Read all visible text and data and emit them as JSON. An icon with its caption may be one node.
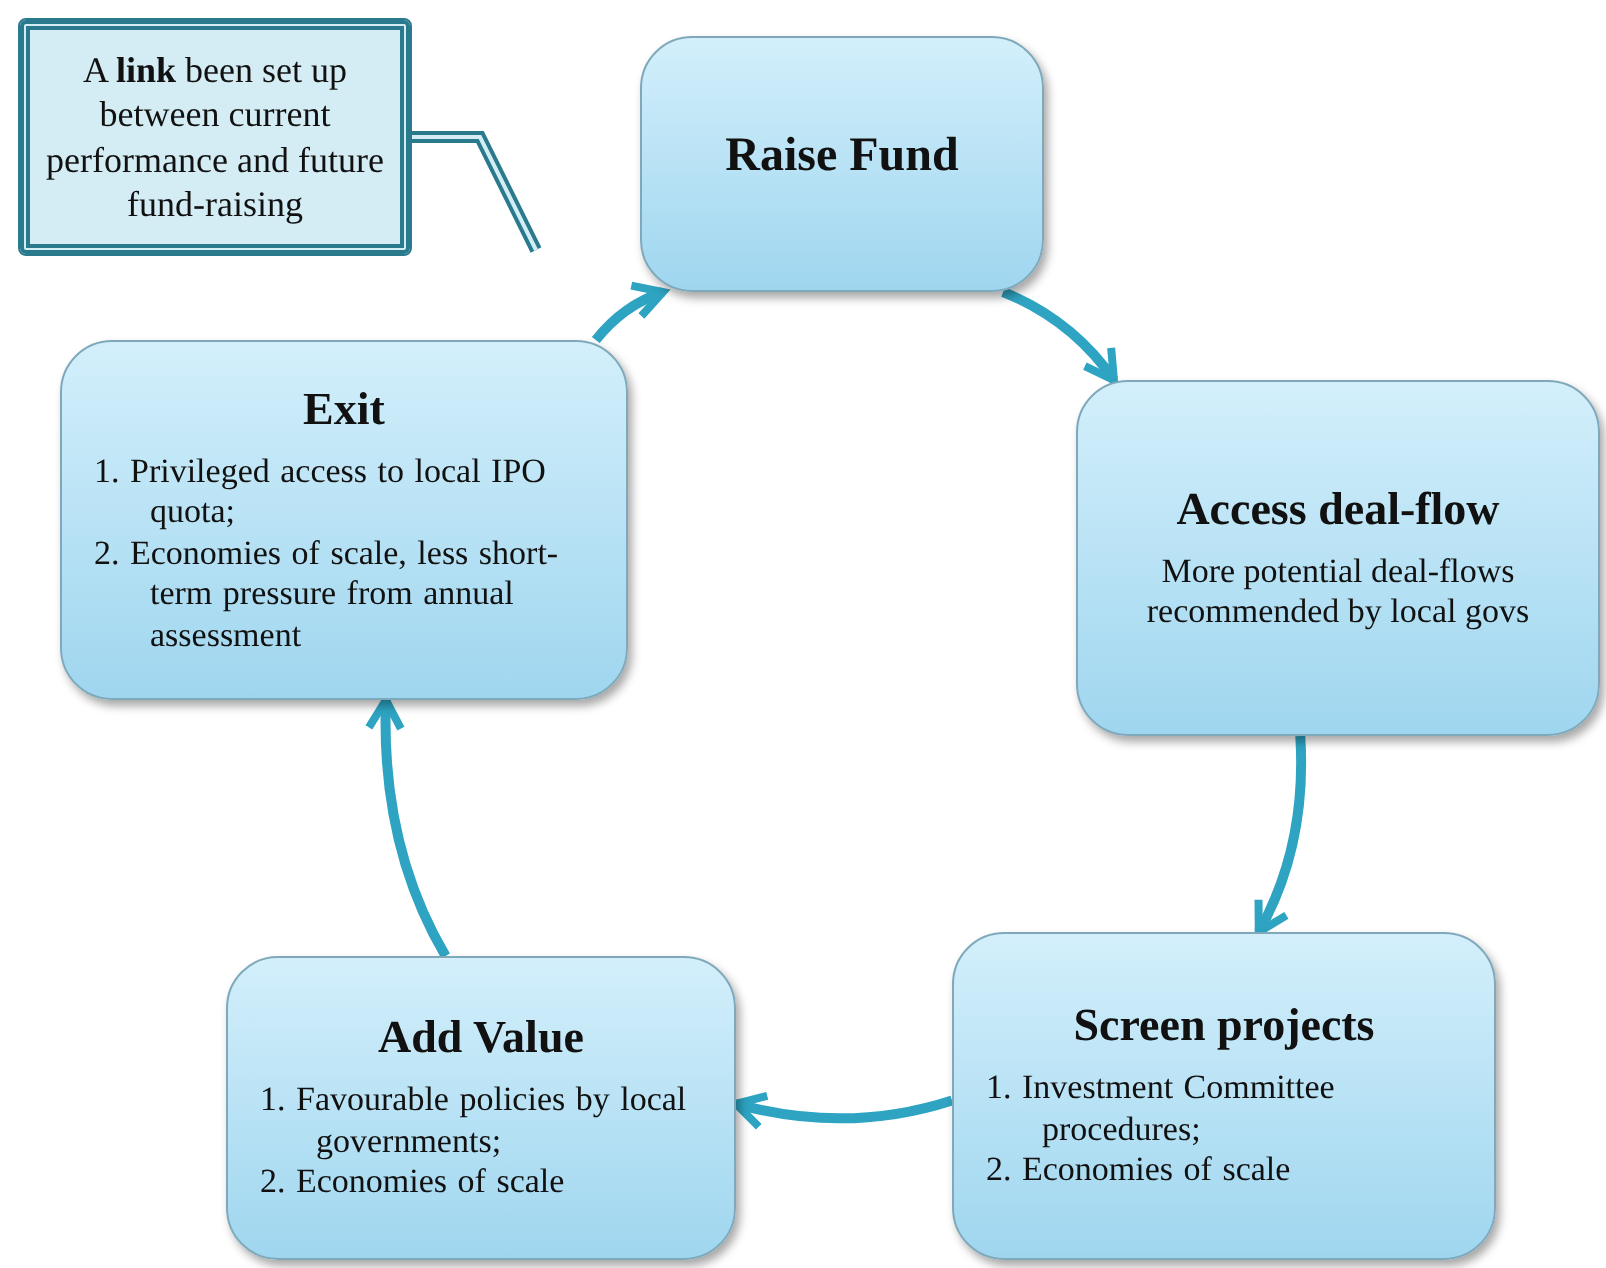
{
  "diagram": {
    "nodes": [
      {
        "text": [
          "A **link** been set up between current performance and future fund-raising"
        ]
      },
      {
        "text": [
          "Raise Fund"
        ]
      },
      {
        "text": [
          "Access deal-flow",
          "More potential deal-flows recommended by local govs"
        ]
      },
      {
        "text": [
          "Screen projects",
          "1. Investment Committee procedures;",
          "2. Economies of scale"
        ]
      },
      {
        "text": [
          "Add Value",
          "1. Favourable policies by local governments;",
          "2. Economies of scale"
        ]
      },
      {
        "text": [
          "Exit",
          "1. Privileged access to local IPO quota;",
          "2. Economies of scale, less short-term pressure from annual assessment"
        ]
      }
    ],
    "edges": [
      {
        "from": 5,
        "to": 1,
        "arrow": "to"
      },
      {
        "from": 1,
        "to": 2,
        "arrow": "to"
      },
      {
        "from": 2,
        "to": 3,
        "arrow": "to"
      },
      {
        "from": 3,
        "to": 4,
        "arrow": "to"
      },
      {
        "from": 4,
        "to": 5,
        "arrow": "to"
      },
      {
        "from": 0,
        "to": null,
        "arrow": "none"
      }
    ]
  }
}
